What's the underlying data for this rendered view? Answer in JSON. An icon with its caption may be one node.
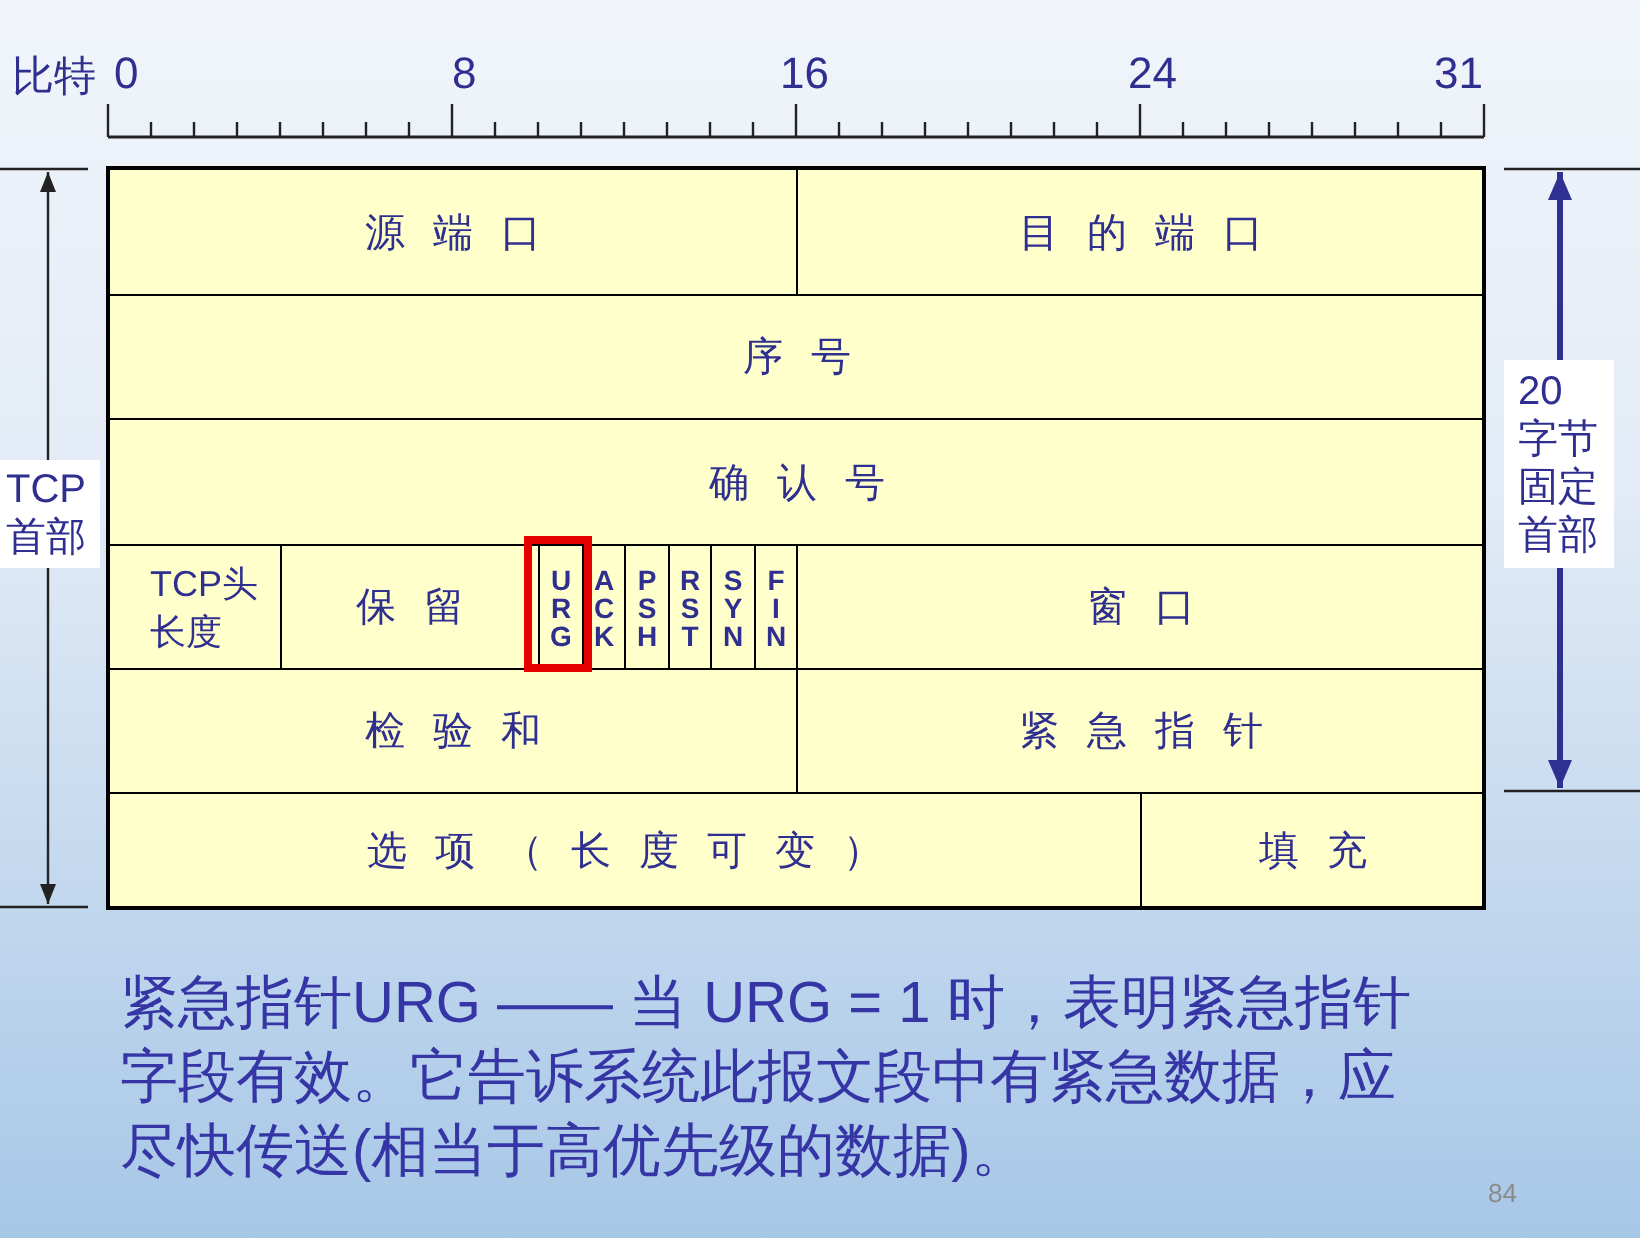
{
  "diagram": {
    "caption": "紧急指针URG —— 当 URG = 1 时，表明紧急指针字段有效。它告诉系统此报文段中有紧急数据，应尽快传送(相当于高优先级的数据)。",
    "nodes": [
      {
        "text": [
          "源端口"
        ]
      },
      {
        "text": [
          "目的端口"
        ]
      },
      {
        "text": [
          "序号"
        ]
      },
      {
        "text": [
          "确认号"
        ]
      },
      {
        "text": [
          "TCP头长度"
        ]
      },
      {
        "text": [
          "保留"
        ]
      },
      {
        "text": [
          "URG"
        ]
      },
      {
        "text": [
          "ACK"
        ]
      },
      {
        "text": [
          "PSH"
        ]
      },
      {
        "text": [
          "RST"
        ]
      },
      {
        "text": [
          "SYN"
        ]
      },
      {
        "text": [
          "FIN"
        ]
      },
      {
        "text": [
          "窗口"
        ]
      },
      {
        "text": [
          "检验和"
        ]
      },
      {
        "text": [
          "紧急指针"
        ]
      },
      {
        "text": [
          "选项（长度可变）"
        ]
      },
      {
        "text": [
          "填充"
        ]
      }
    ],
    "labels": [
      "比特",
      "0",
      "8",
      "16",
      "24",
      "31",
      "TCP首部",
      "20字节固定首部",
      "84"
    ]
  }
}
